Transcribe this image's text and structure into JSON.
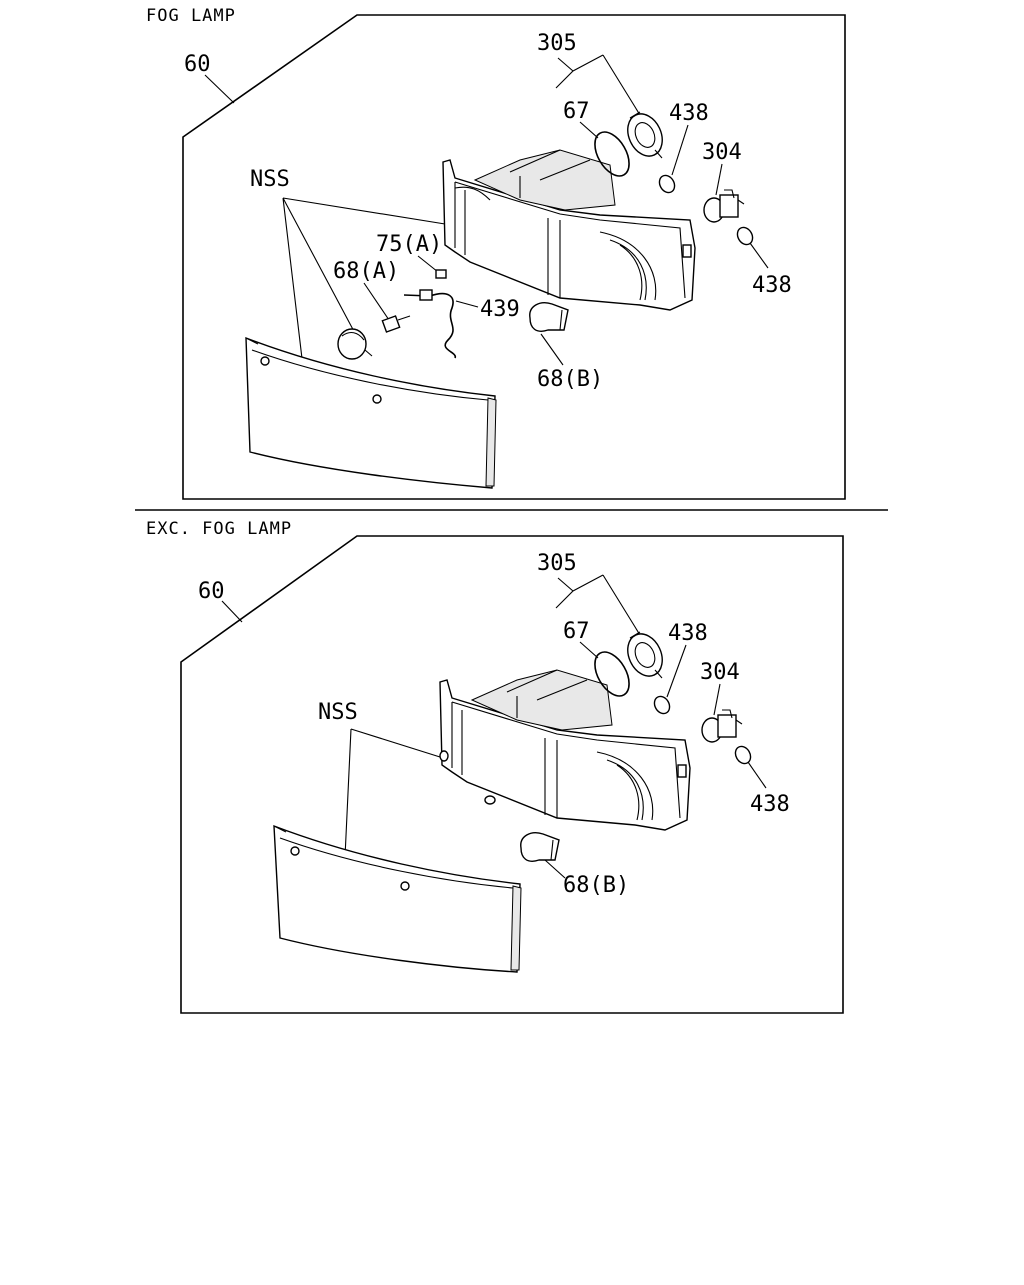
{
  "sections": {
    "fog": {
      "title": "FOG LAMP",
      "labels": {
        "assembly": "60",
        "set_305": "305",
        "oring_67": "67",
        "cap_438_top": "438",
        "socket_304": "304",
        "cap_438_bottom": "438",
        "nss": "NSS",
        "bulb_75a": "75(A)",
        "bulb_68a": "68(A)",
        "harness_439": "439",
        "bulb_68b": "68(B)"
      }
    },
    "exc": {
      "title": "EXC. FOG LAMP",
      "labels": {
        "assembly": "60",
        "set_305": "305",
        "oring_67": "67",
        "cap_438_top": "438",
        "socket_304": "304",
        "cap_438_bottom": "438",
        "nss": "NSS",
        "bulb_68b": "68(B)"
      }
    }
  }
}
